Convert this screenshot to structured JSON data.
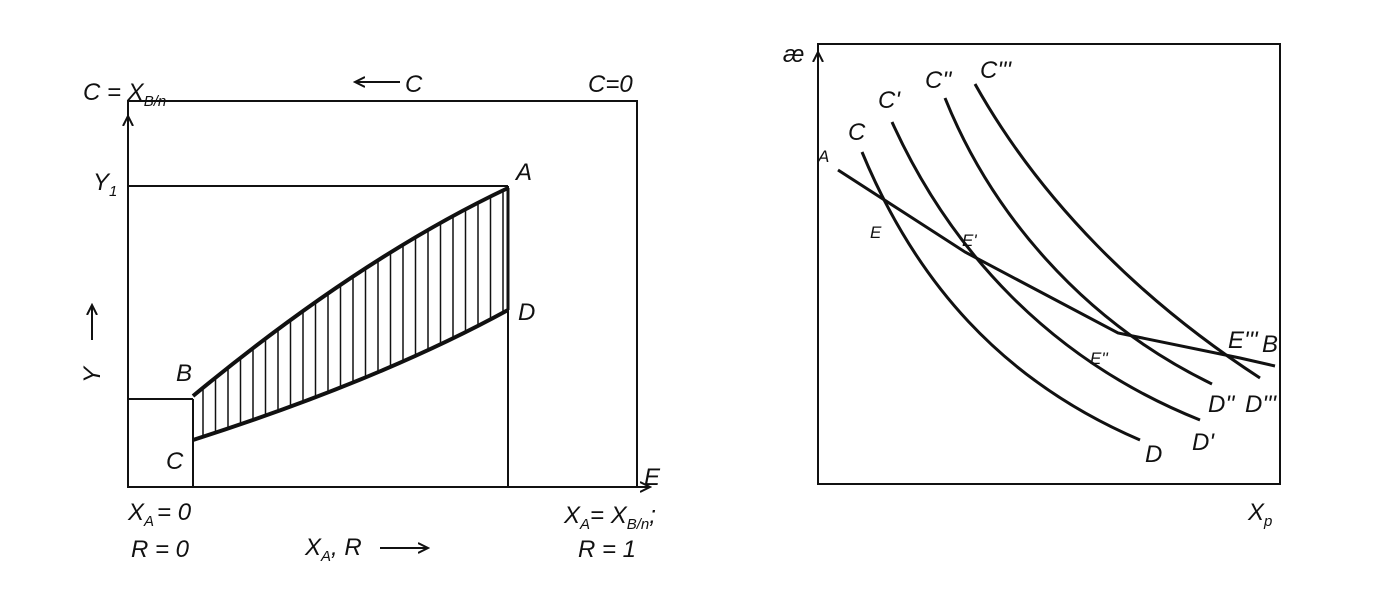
{
  "left": {
    "top_left": "C = X",
    "top_left_sub": "B/n",
    "top_mid": "C",
    "top_right": "C=0",
    "y1": "Y",
    "y1_sub": "1",
    "y_axis": "Y",
    "pt_a": "A",
    "pt_b": "B",
    "pt_c": "C",
    "pt_d": "D",
    "pt_e": "E",
    "bottom_left_1": "X",
    "bottom_left_1_sub": "A",
    "bottom_left_1_rest": "= 0",
    "bottom_left_2": "R = 0",
    "bottom_mid": "X",
    "bottom_mid_sub": "A",
    "bottom_mid_rest": ", R",
    "bottom_right_1": "X",
    "bottom_right_1_sub": "A",
    "bottom_right_1_mid": "= X",
    "bottom_right_1_sub2": "B/n",
    "bottom_right_1_end": ";",
    "bottom_right_2": "R = 1"
  },
  "right": {
    "y_axis": "æ",
    "x_axis": "X",
    "x_axis_sub": "p",
    "c0": "C",
    "c1": "C'",
    "c2": "C''",
    "c3": "C'''",
    "d0": "D",
    "d1": "D'",
    "d2": "D''",
    "d3": "D'''",
    "pt_a": "A",
    "pt_b": "B",
    "e0": "E",
    "e1": "E'",
    "e2": "E''",
    "e3": "E'''"
  }
}
